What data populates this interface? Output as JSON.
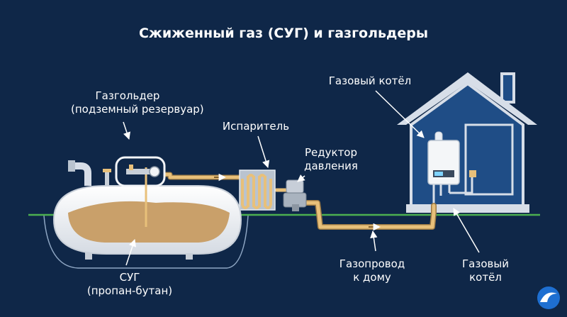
{
  "title": "Сжиженный газ (СУГ) и газгольдеры",
  "labels": {
    "tank": [
      "Газгольдер",
      "(подземный резервуар)"
    ],
    "evaporator": [
      "Испаритель"
    ],
    "reducer": [
      "Редуктор",
      "давления"
    ],
    "boiler_top": [
      "Газовый котёл"
    ],
    "lpg": [
      "СУГ",
      "(пропан-бутан)"
    ],
    "pipeline": [
      "Газопровод",
      "к дому"
    ],
    "boiler_bottom": [
      "Газовый",
      "котёл"
    ]
  },
  "colors": {
    "background": "#0f2748",
    "ground": "#4caf50",
    "pipe": "#e8c07a",
    "liquid": "#c9a06a",
    "tank": "#f2f4f7",
    "house_wall": "#1f4d86",
    "house_frame": "#d7dee8"
  },
  "icons": {
    "logo": "wave-logo-icon"
  }
}
